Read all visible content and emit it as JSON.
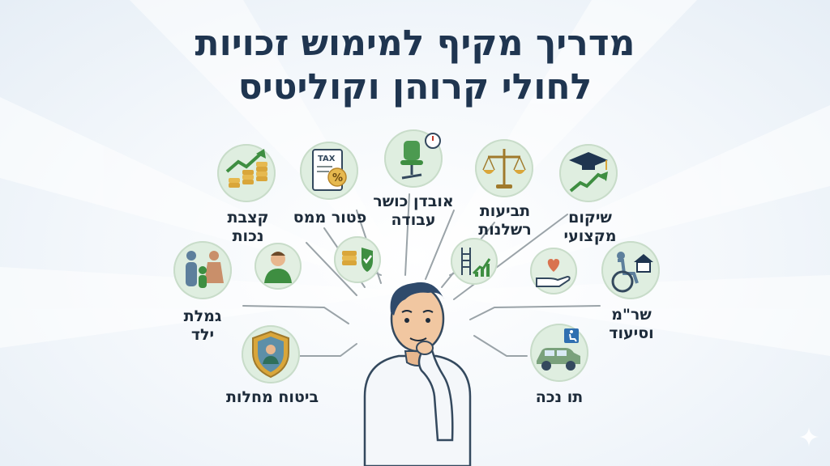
{
  "title": {
    "line1": "מדריך מקיף למימוש זכויות",
    "line2": "לחולי קרוהן וקוליטיס"
  },
  "labels": {
    "pension_l1": "קצבת",
    "pension_l2": "נכות",
    "tax": "פטור ממס",
    "work_l1": "אובדן כושר",
    "work_l2": "עבודה",
    "claims_l1": "תביעות",
    "claims_l2": "רשלנות",
    "rehab_l1": "שיקום",
    "rehab_l2": "מקצועי",
    "child_l1": "גמלת",
    "child_l2": "ילד",
    "care_l1": "שר\"מ",
    "care_l2": "וסיעוד",
    "insurance": "ביטוח מחלות",
    "parking": "תו נכה"
  },
  "icon_text": {
    "tax_doc": "TAX",
    "percent": "%"
  },
  "colors": {
    "title": "#1f3550",
    "node_bg": "#dfeee0",
    "line": "#9aa3a8",
    "accent_green": "#3e8e41",
    "accent_gold": "#d9a63a",
    "accent_blue": "#2f6fb0"
  }
}
